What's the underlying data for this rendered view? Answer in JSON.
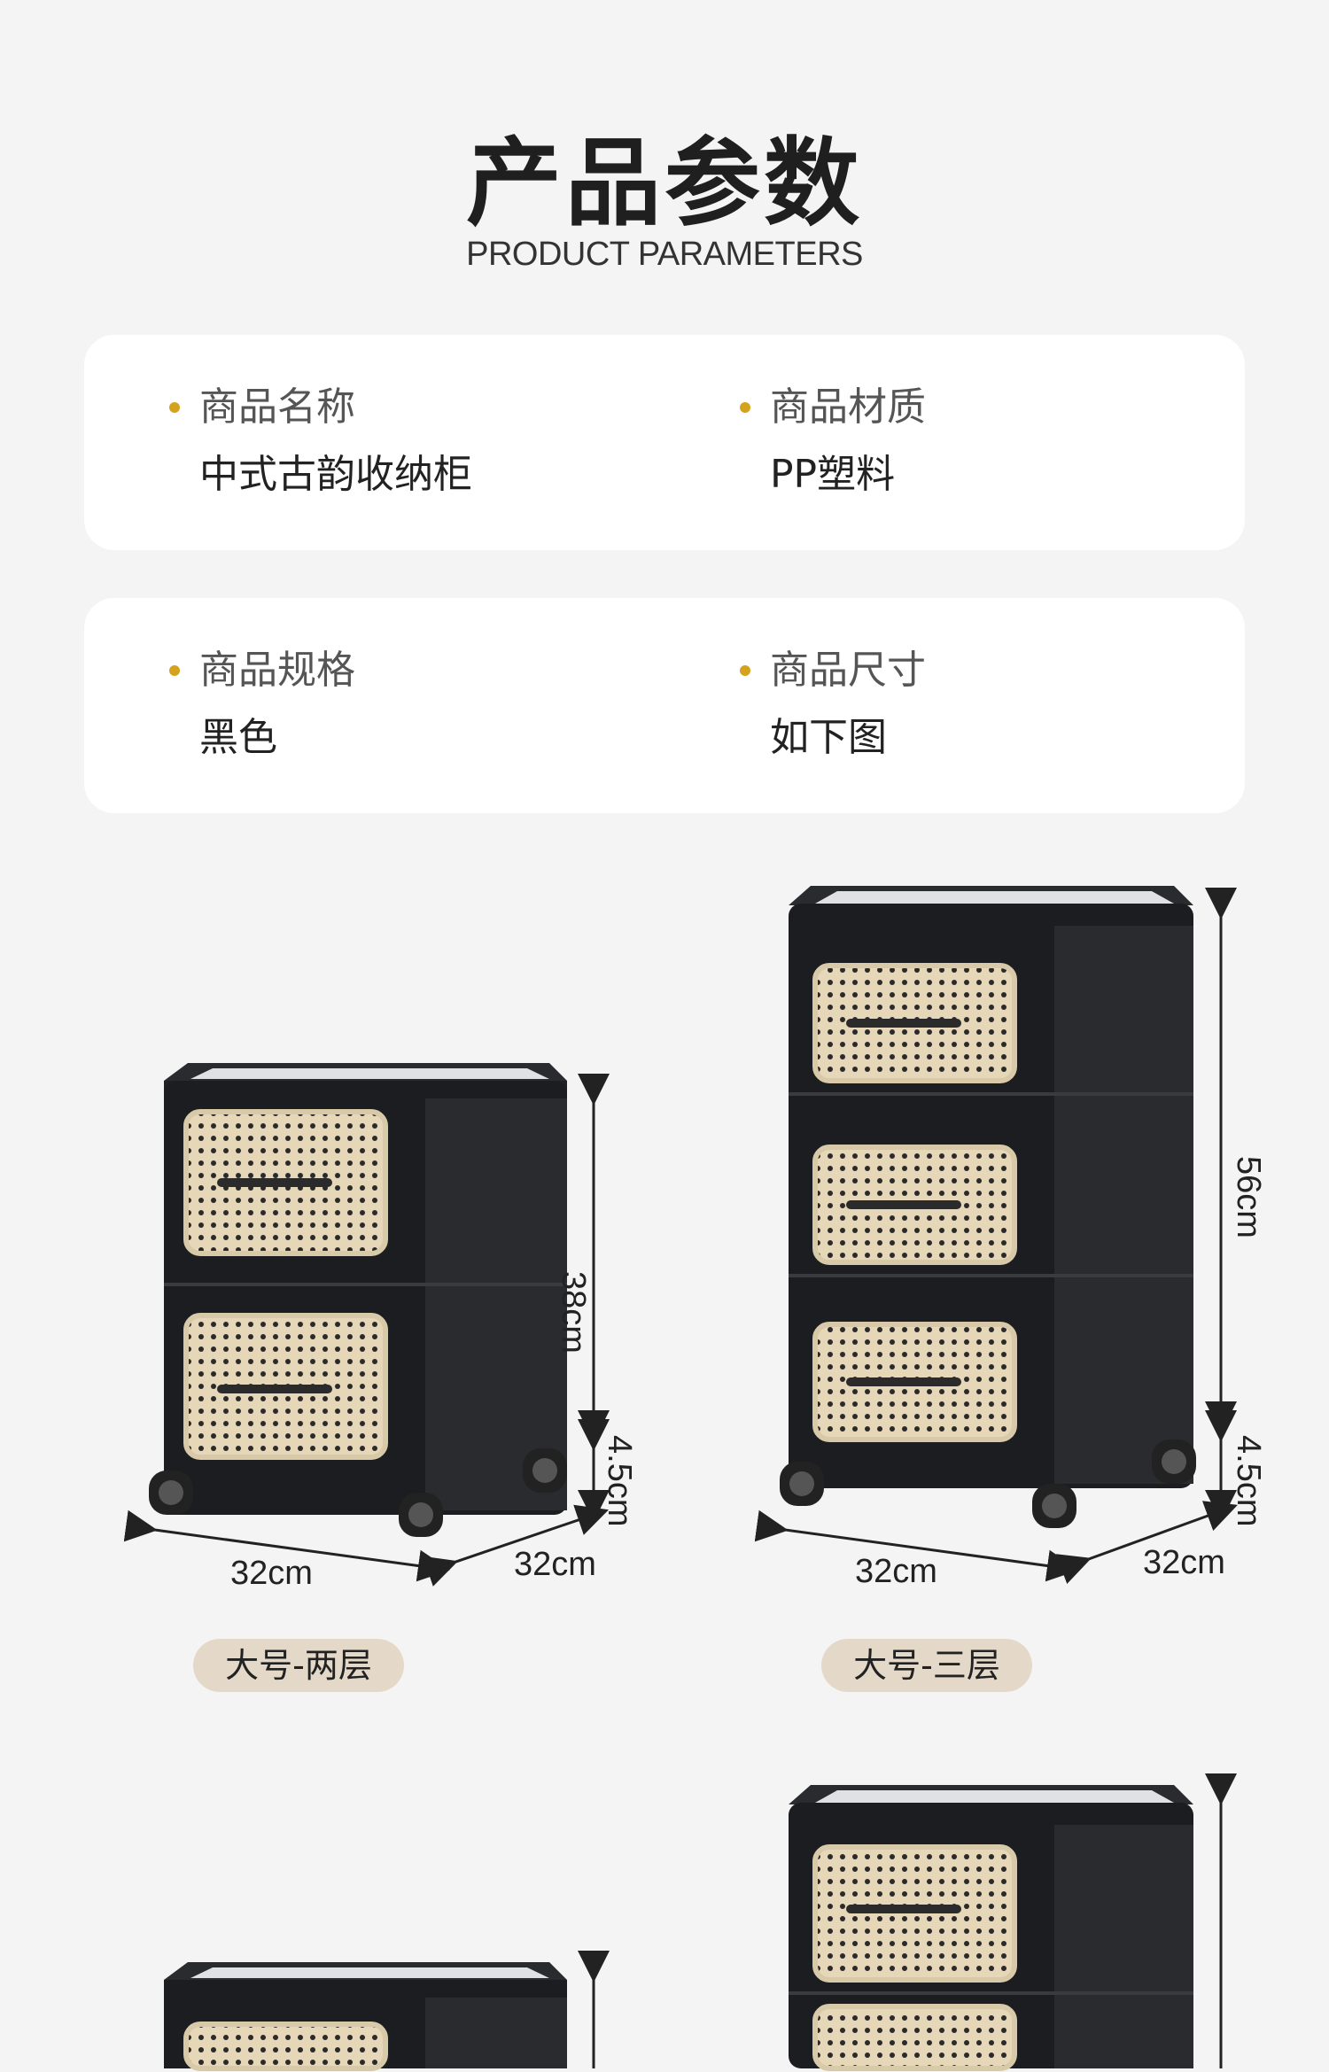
{
  "header": {
    "title": "产品参数",
    "subtitle": "PRODUCT PARAMETERS"
  },
  "params": [
    {
      "label": "商品名称",
      "value": "中式古韵收纳柜"
    },
    {
      "label": "商品材质",
      "value": "PP塑料"
    },
    {
      "label": "商品规格",
      "value": "黑色"
    },
    {
      "label": "商品尺寸",
      "value": "如下图"
    }
  ],
  "products": [
    {
      "tag": "大号-两层",
      "height": "38cm",
      "wheel": "4.5cm",
      "width": "32cm",
      "depth": "32cm"
    },
    {
      "tag": "大号-三层",
      "height": "56cm",
      "wheel": "4.5cm",
      "width": "32cm",
      "depth": "32cm"
    }
  ],
  "colors": {
    "background": "#f4f4f4",
    "card": "#ffffff",
    "bullet": "#d4a21c",
    "tag": "#e4d9c9",
    "cabinet": "#1c1d20",
    "rattan": "#e3d3b4"
  },
  "icons": [
    "bullet-dot-icon",
    "dimension-arrow-icon"
  ]
}
